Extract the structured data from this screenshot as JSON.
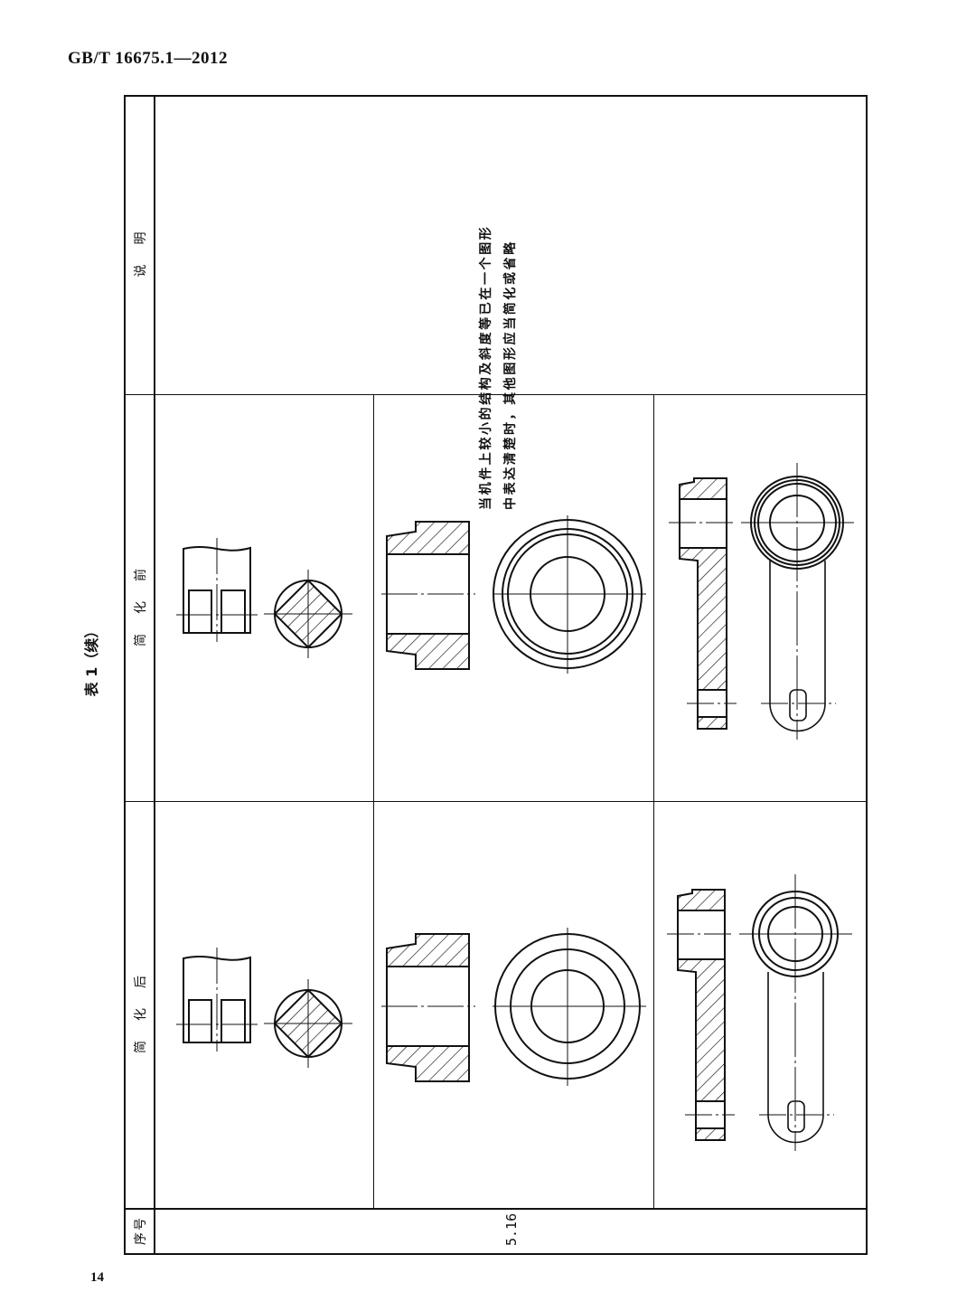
{
  "header": {
    "standard_code": "GB/T 16675.1—2012"
  },
  "caption": "表 1（续）",
  "table": {
    "columns": [
      "序号",
      "简化后",
      "简化前",
      "说明"
    ],
    "rows": [
      {
        "number": "5.16",
        "description": "当机件上较小的结构及斜度等已在一个图形中表达清楚时，其他图形应当简化或省略"
      }
    ]
  },
  "footer": {
    "page_number": "14"
  }
}
